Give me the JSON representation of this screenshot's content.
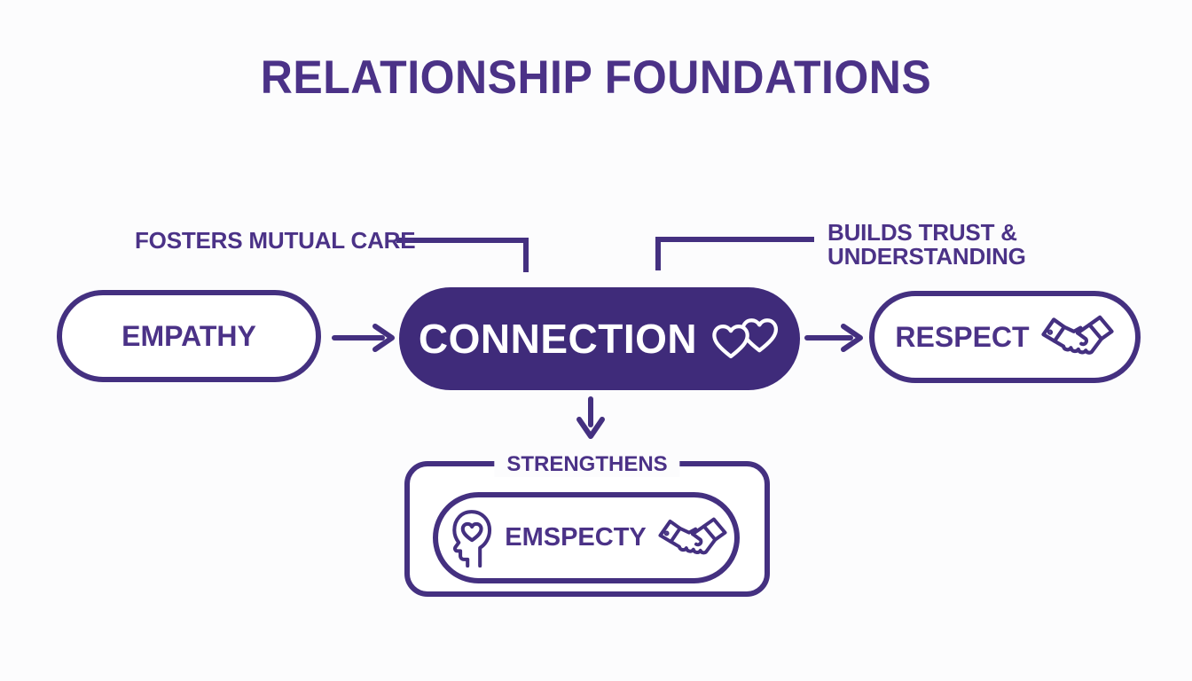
{
  "title": "RELATIONSHIP FOUNDATIONS",
  "annotations": {
    "fosters": "FOSTERS MUTUAL CARE",
    "builds_line1": "BUILDS TRUST &",
    "builds_line2": "UNDERSTANDING",
    "strengthens": "STRENGTHENS"
  },
  "nodes": {
    "empathy": {
      "label": "EMPATHY",
      "style": "outlined"
    },
    "connection": {
      "label": "CONNECTION",
      "style": "filled",
      "icon": "double-heart-icon"
    },
    "respect": {
      "label": "RESPECT",
      "style": "outlined",
      "icon": "handshake-icon"
    },
    "combined": {
      "label": "EMSPECTY",
      "style": "outlined",
      "icon_left": "head-with-heart-icon",
      "icon_right": "handshake-icon"
    }
  },
  "edges": [
    {
      "from": "empathy",
      "to": "connection",
      "type": "arrow-right"
    },
    {
      "from": "connection",
      "to": "respect",
      "type": "arrow-right"
    },
    {
      "from": "connection",
      "to": "combined",
      "type": "arrow-down",
      "label": "STRENGTHENS"
    },
    {
      "from": "fosters-annotation",
      "to": "connection",
      "type": "elbow-line"
    },
    {
      "from": "builds-annotation",
      "to": "connection",
      "type": "elbow-line"
    }
  ],
  "colors": {
    "ink": "#443080",
    "text": "#4b3287",
    "node_fill": "#3f2b7a",
    "node_text": "#ffffff",
    "background": "#fcfcfd"
  }
}
